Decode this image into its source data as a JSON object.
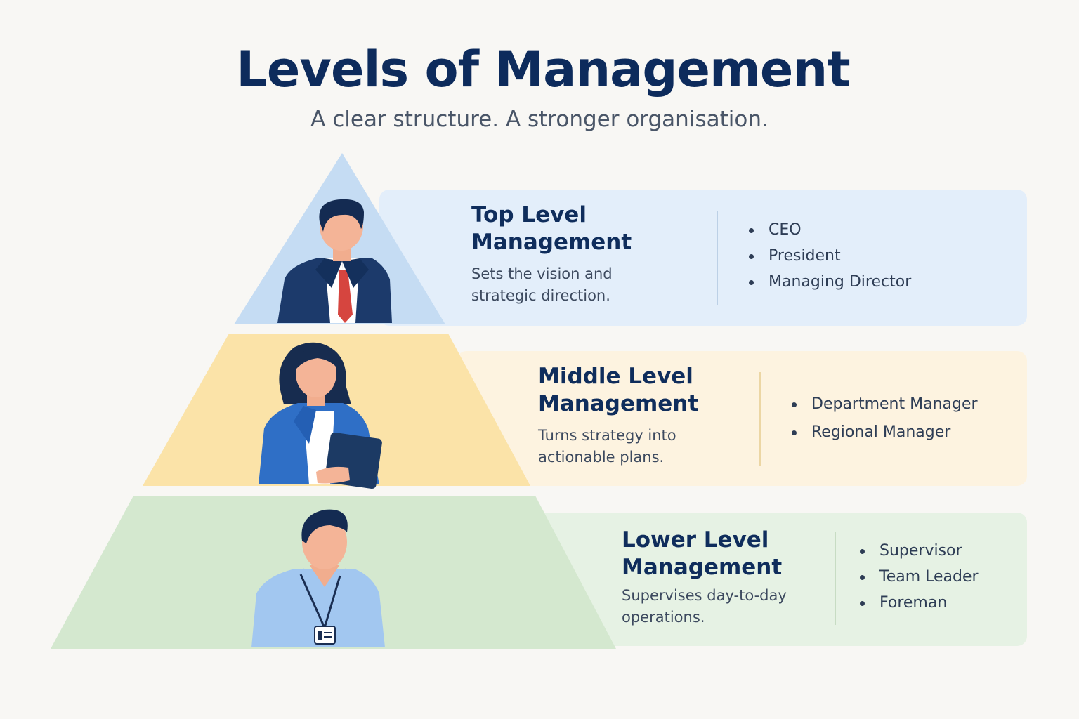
{
  "title": "Levels of Management",
  "subtitle": "A clear structure. A stronger organisation.",
  "levels": [
    {
      "title_line1": "Top Level",
      "title_line2": "Management",
      "desc_line1": "Sets the vision and",
      "desc_line2": "strategic direction.",
      "roles": [
        "CEO",
        "President",
        "Managing Director"
      ],
      "color_tier": "#c5dcf3",
      "color_panel": "#e3eefa",
      "color_separator": "#bcd0e6"
    },
    {
      "title_line1": "Middle Level",
      "title_line2": "Management",
      "desc_line1": "Turns strategy into",
      "desc_line2": "actionable plans.",
      "roles": [
        "Department Manager",
        "Regional Manager"
      ],
      "color_tier": "#fbe3a8",
      "color_panel": "#fdf3e0",
      "color_separator": "#ecd6a4"
    },
    {
      "title_line1": "Lower Level",
      "title_line2": "Management",
      "desc_line1": "Supervises day-to-day",
      "desc_line2": "operations.",
      "roles": [
        "Supervisor",
        "Team Leader",
        "Foreman"
      ],
      "color_tier": "#d4e8cf",
      "color_panel": "#e6f2e4",
      "color_separator": "#c7dcc3"
    }
  ]
}
